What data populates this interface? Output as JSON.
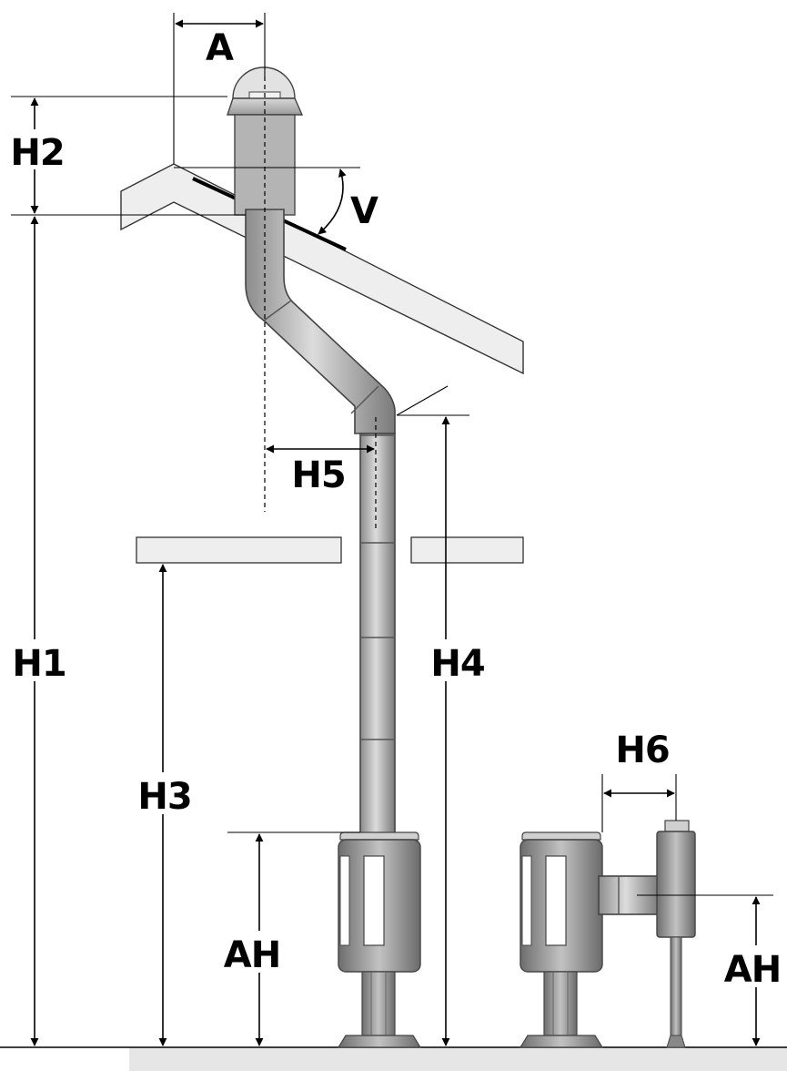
{
  "labels": {
    "a": "A",
    "h1": "H1",
    "h2": "H2",
    "h3": "H3",
    "h4": "H4",
    "h5": "H5",
    "h6": "H6",
    "v": "V",
    "ah_left": "AH",
    "ah_right": "AH"
  },
  "colors": {
    "roof_fill": "#eeeeee",
    "pipe_mid": "#c4c4c4",
    "stove_body": "#a8a8a8",
    "floor": "#e6e6e6"
  }
}
